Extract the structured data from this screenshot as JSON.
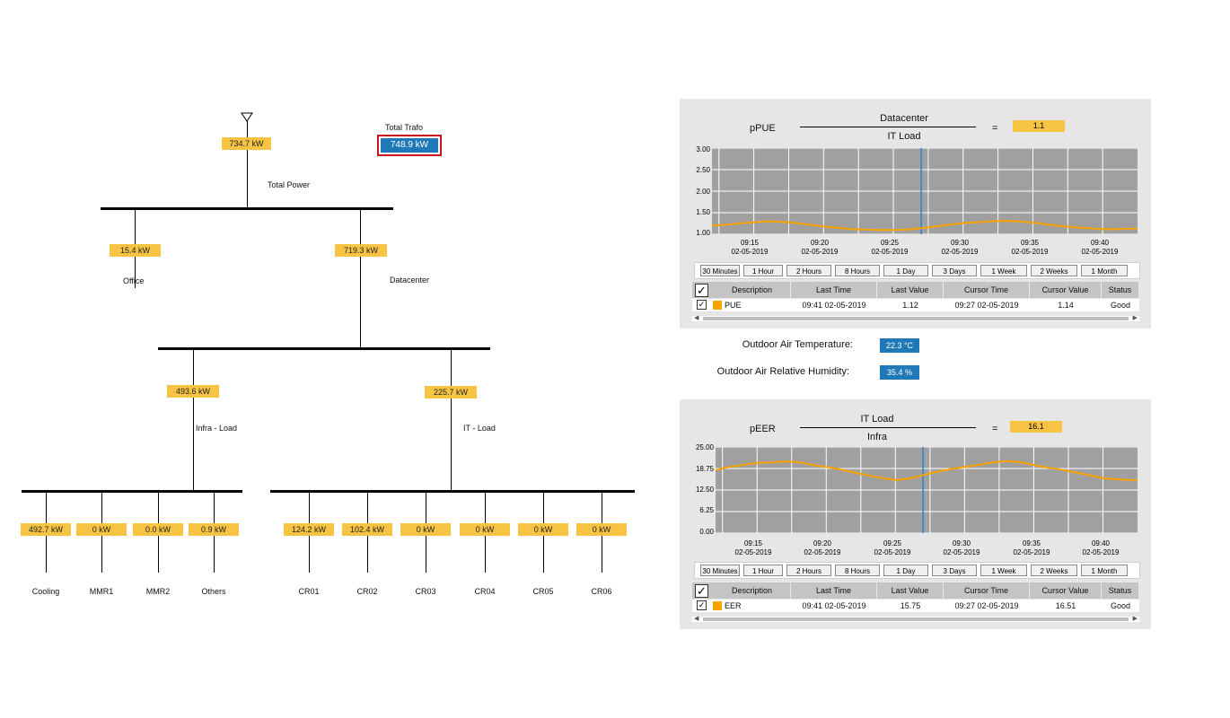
{
  "diagram": {
    "total_trafo_label": "Total Trafo",
    "total_trafo_value": "748.9  kW",
    "total_power_label": "Total Power",
    "total_power_value": "734.7  kW",
    "office": {
      "label": "Office",
      "value": "15.4  kW"
    },
    "datacenter": {
      "label": "Datacenter",
      "value": "719.3  kW"
    },
    "infra": {
      "label": "Infra - Load",
      "value": "493.6  kW"
    },
    "it": {
      "label": "IT - Load",
      "value": "225.7  kW"
    },
    "infra_children": [
      {
        "label": "Cooling",
        "value": "492.7  kW"
      },
      {
        "label": "MMR1",
        "value": "0  kW"
      },
      {
        "label": "MMR2",
        "value": "0.0  kW"
      },
      {
        "label": "Others",
        "value": "0.9  kW"
      }
    ],
    "it_children": [
      {
        "label": "CR01",
        "value": "124.2  kW"
      },
      {
        "label": "CR02",
        "value": "102.4  kW"
      },
      {
        "label": "CR03",
        "value": "0  kW"
      },
      {
        "label": "CR04",
        "value": "0  kW"
      },
      {
        "label": "CR05",
        "value": "0  kW"
      },
      {
        "label": "CR06",
        "value": "0  kW"
      }
    ]
  },
  "ranges": [
    "30 Minutes",
    "1 Hour",
    "2 Hours",
    "8 Hours",
    "1 Day",
    "3 Days",
    "1 Week",
    "2 Weeks",
    "1 Month"
  ],
  "table_headers": [
    "Description",
    "Last Time",
    "Last Value",
    "Cursor Time",
    "Cursor Value",
    "Status"
  ],
  "pue_panel": {
    "name": "pPUE",
    "numerator": "Datacenter",
    "denominator": "IT Load",
    "equals": "=",
    "result": "1.1",
    "row": {
      "checked": "✓",
      "description": "PUE",
      "last_time": "09:41   02-05-2019",
      "last_value": "1.12",
      "cursor_time": "09:27   02-05-2019",
      "cursor_value": "1.14",
      "status": "Good"
    }
  },
  "eer_panel": {
    "name": "pEER",
    "numerator": "IT Load",
    "denominator": "Infra",
    "equals": "=",
    "result": "16.1",
    "row": {
      "checked": "✓",
      "description": "EER",
      "last_time": "09:41   02-05-2019",
      "last_value": "15.75",
      "cursor_time": "09:27   02-05-2019",
      "cursor_value": "16.51",
      "status": "Good"
    }
  },
  "environment": {
    "temp_label": "Outdoor Air Temperature:",
    "temp_value": "22.3 °C",
    "humidity_label": "Outdoor Air Relative Humidity:",
    "humidity_value": "35.4 %"
  },
  "colors": {
    "accent_yellow": "#f7c342",
    "value_blue": "#1f79b8",
    "alarm_red": "#c8141c",
    "series_orange": "#f7a300",
    "cursor_blue": "#2f7fd8"
  },
  "chart_data": [
    {
      "type": "line",
      "title": "pPUE",
      "x": [
        "09:15",
        "09:20",
        "09:25",
        "09:30",
        "09:35",
        "09:40"
      ],
      "x_date": "02-05-2019",
      "yticks": [
        "3.00",
        "2.50",
        "2.00",
        "1.50",
        "1.00"
      ],
      "ylim": [
        1.0,
        3.0
      ],
      "xlim_minutes": [
        12.0,
        42.5
      ],
      "cursor_minute": 27,
      "series": [
        {
          "name": "PUE",
          "minutes": [
            12,
            13,
            14,
            15,
            16,
            17,
            18,
            19,
            20,
            21,
            22,
            23,
            24,
            25,
            26,
            27,
            28,
            29,
            30,
            31,
            32,
            33,
            34,
            35,
            36,
            37,
            38,
            39,
            40,
            41,
            42,
            42.5
          ],
          "values": [
            1.2,
            1.22,
            1.25,
            1.28,
            1.3,
            1.29,
            1.26,
            1.22,
            1.18,
            1.15,
            1.12,
            1.11,
            1.1,
            1.1,
            1.11,
            1.14,
            1.18,
            1.22,
            1.26,
            1.28,
            1.3,
            1.31,
            1.3,
            1.27,
            1.23,
            1.19,
            1.16,
            1.14,
            1.12,
            1.12,
            1.13,
            1.13
          ]
        }
      ],
      "grid": true
    },
    {
      "type": "line",
      "title": "pEER",
      "x": [
        "09:15",
        "09:20",
        "09:25",
        "09:30",
        "09:35",
        "09:40"
      ],
      "x_date": "02-05-2019",
      "yticks": [
        "25.00",
        "18.75",
        "12.50",
        "6.25",
        "0.00"
      ],
      "ylim": [
        0,
        25
      ],
      "xlim_minutes": [
        12.0,
        42.5
      ],
      "cursor_minute": 27,
      "series": [
        {
          "name": "EER",
          "minutes": [
            12,
            13,
            14,
            15,
            16,
            17,
            18,
            19,
            20,
            21,
            22,
            23,
            24,
            25,
            26,
            27,
            28,
            29,
            30,
            31,
            32,
            33,
            34,
            35,
            36,
            37,
            38,
            39,
            40,
            41,
            42,
            42.5
          ],
          "values": [
            18.3,
            19.2,
            19.8,
            20.4,
            20.5,
            20.8,
            20.6,
            19.8,
            19.2,
            18.5,
            17.6,
            16.8,
            16.0,
            15.4,
            15.8,
            16.8,
            17.8,
            18.6,
            19.2,
            19.8,
            20.5,
            20.9,
            20.6,
            19.8,
            19.0,
            18.4,
            17.6,
            16.8,
            16.0,
            15.6,
            15.4,
            15.4
          ]
        }
      ],
      "grid": true
    }
  ]
}
